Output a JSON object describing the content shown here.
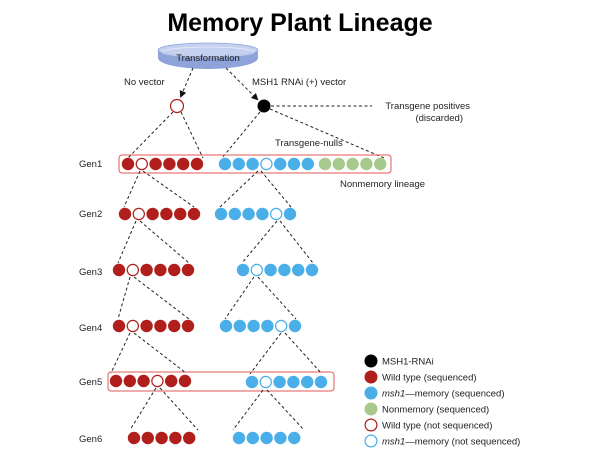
{
  "title": "Memory Plant Lineage",
  "colors": {
    "msh1_rnai": "#000000",
    "wild_type": "#b01f1c",
    "memory": "#4aaee8",
    "nonmemory": "#a8c98c",
    "box_outline": "#e05a55",
    "dish_top": "#c5d1ef",
    "dish_body": "#8ea3da"
  },
  "transformation": {
    "label": "Transformation"
  },
  "branches": {
    "no_vector": "No vector",
    "msh1_vector": "MSH1 RNAi (+) vector",
    "transgene_positives_line1": "Transgene positives",
    "transgene_positives_line2": "(discarded)",
    "transgene_nulls": "Transgene-nulls",
    "nonmemory_lineage": "Nonmemory lineage"
  },
  "generations": [
    {
      "label": "Gen1",
      "boxed": true,
      "groups": [
        {
          "type": "wild_type",
          "pattern": [
            "filled",
            "empty",
            "filled",
            "filled",
            "filled",
            "filled"
          ]
        },
        {
          "type": "memory",
          "pattern": [
            "filled",
            "filled",
            "filled",
            "empty",
            "filled",
            "filled",
            "filled"
          ]
        },
        {
          "type": "nonmemory",
          "pattern": [
            "filled",
            "filled",
            "filled",
            "filled",
            "filled"
          ]
        }
      ]
    },
    {
      "label": "Gen2",
      "boxed": false,
      "groups": [
        {
          "type": "wild_type",
          "pattern": [
            "filled",
            "empty",
            "filled",
            "filled",
            "filled",
            "filled"
          ]
        },
        {
          "type": "memory",
          "pattern": [
            "filled",
            "filled",
            "filled",
            "filled",
            "empty",
            "filled"
          ]
        }
      ]
    },
    {
      "label": "Gen3",
      "boxed": false,
      "groups": [
        {
          "type": "wild_type",
          "pattern": [
            "filled",
            "empty",
            "filled",
            "filled",
            "filled",
            "filled"
          ]
        },
        {
          "type": "memory",
          "pattern": [
            "filled",
            "empty",
            "filled",
            "filled",
            "filled",
            "filled"
          ]
        }
      ]
    },
    {
      "label": "Gen4",
      "boxed": false,
      "groups": [
        {
          "type": "wild_type",
          "pattern": [
            "filled",
            "empty",
            "filled",
            "filled",
            "filled",
            "filled"
          ]
        },
        {
          "type": "memory",
          "pattern": [
            "filled",
            "filled",
            "filled",
            "filled",
            "empty",
            "filled"
          ]
        }
      ]
    },
    {
      "label": "Gen5",
      "boxed": true,
      "groups": [
        {
          "type": "wild_type",
          "pattern": [
            "filled",
            "filled",
            "filled",
            "empty",
            "filled",
            "filled"
          ]
        },
        {
          "type": "memory",
          "pattern": [
            "filled",
            "empty",
            "filled",
            "filled",
            "filled",
            "filled"
          ]
        }
      ]
    },
    {
      "label": "Gen6",
      "boxed": false,
      "groups": [
        {
          "type": "wild_type",
          "pattern": [
            "filled",
            "filled",
            "filled",
            "filled",
            "filled"
          ]
        },
        {
          "type": "memory",
          "pattern": [
            "filled",
            "filled",
            "filled",
            "filled",
            "filled"
          ]
        }
      ]
    }
  ],
  "legend": [
    {
      "key": "msh1_rnai",
      "style": "filled",
      "text": "MSH1-RNAi",
      "italic_prefix": ""
    },
    {
      "key": "wild_type",
      "style": "filled",
      "text": "Wild type (sequenced)",
      "italic_prefix": ""
    },
    {
      "key": "memory",
      "style": "filled",
      "text": "—memory (sequenced)",
      "italic_prefix": "msh1"
    },
    {
      "key": "nonmemory",
      "style": "filled",
      "text": "Nonmemory (sequenced)",
      "italic_prefix": ""
    },
    {
      "key": "wild_type",
      "style": "empty",
      "text": "Wild type (not sequenced)",
      "italic_prefix": ""
    },
    {
      "key": "memory",
      "style": "empty",
      "text": "—memory (not sequenced)",
      "italic_prefix": "msh1"
    }
  ]
}
